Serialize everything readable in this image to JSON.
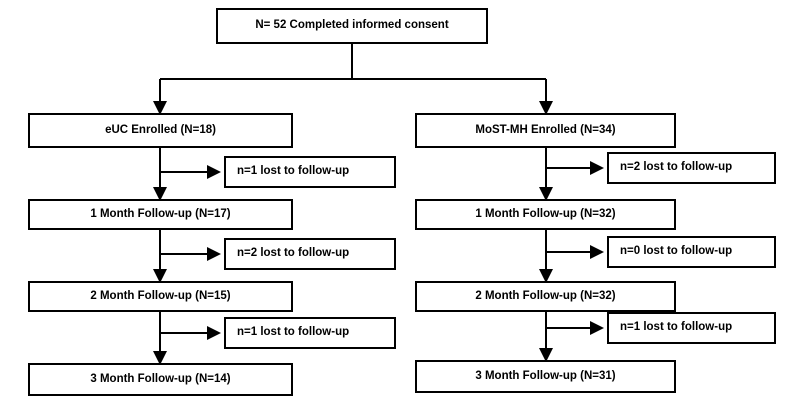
{
  "diagram": {
    "type": "consort-flow-diagram",
    "title_box": {
      "label": "N= 52 Completed informed consent"
    },
    "arms": [
      {
        "name": "eUC",
        "enrolled": {
          "label": "eUC Enrolled (N=18)"
        },
        "steps": [
          {
            "attrition": "n=1 lost to follow-up",
            "followup": "1 Month Follow-up (N=17)"
          },
          {
            "attrition": "n=2 lost to follow-up",
            "followup": "2 Month Follow-up (N=15)"
          },
          {
            "attrition": "n=1 lost to follow-up",
            "followup": "3 Month Follow-up (N=14)"
          }
        ]
      },
      {
        "name": "MoST-MH",
        "enrolled": {
          "label": "MoST-MH Enrolled (N=34)"
        },
        "steps": [
          {
            "attrition": "n=2 lost to follow-up",
            "followup": "1 Month Follow-up (N=32)"
          },
          {
            "attrition": "n=0 lost to follow-up",
            "followup": "2 Month Follow-up (N=32)"
          },
          {
            "attrition": "n=1 lost to follow-up",
            "followup": "3 Month Follow-up (N=31)"
          }
        ]
      }
    ],
    "colors": {
      "box_border": "#000000",
      "connector": "#000000",
      "background": "#ffffff",
      "text": "#000000"
    }
  }
}
